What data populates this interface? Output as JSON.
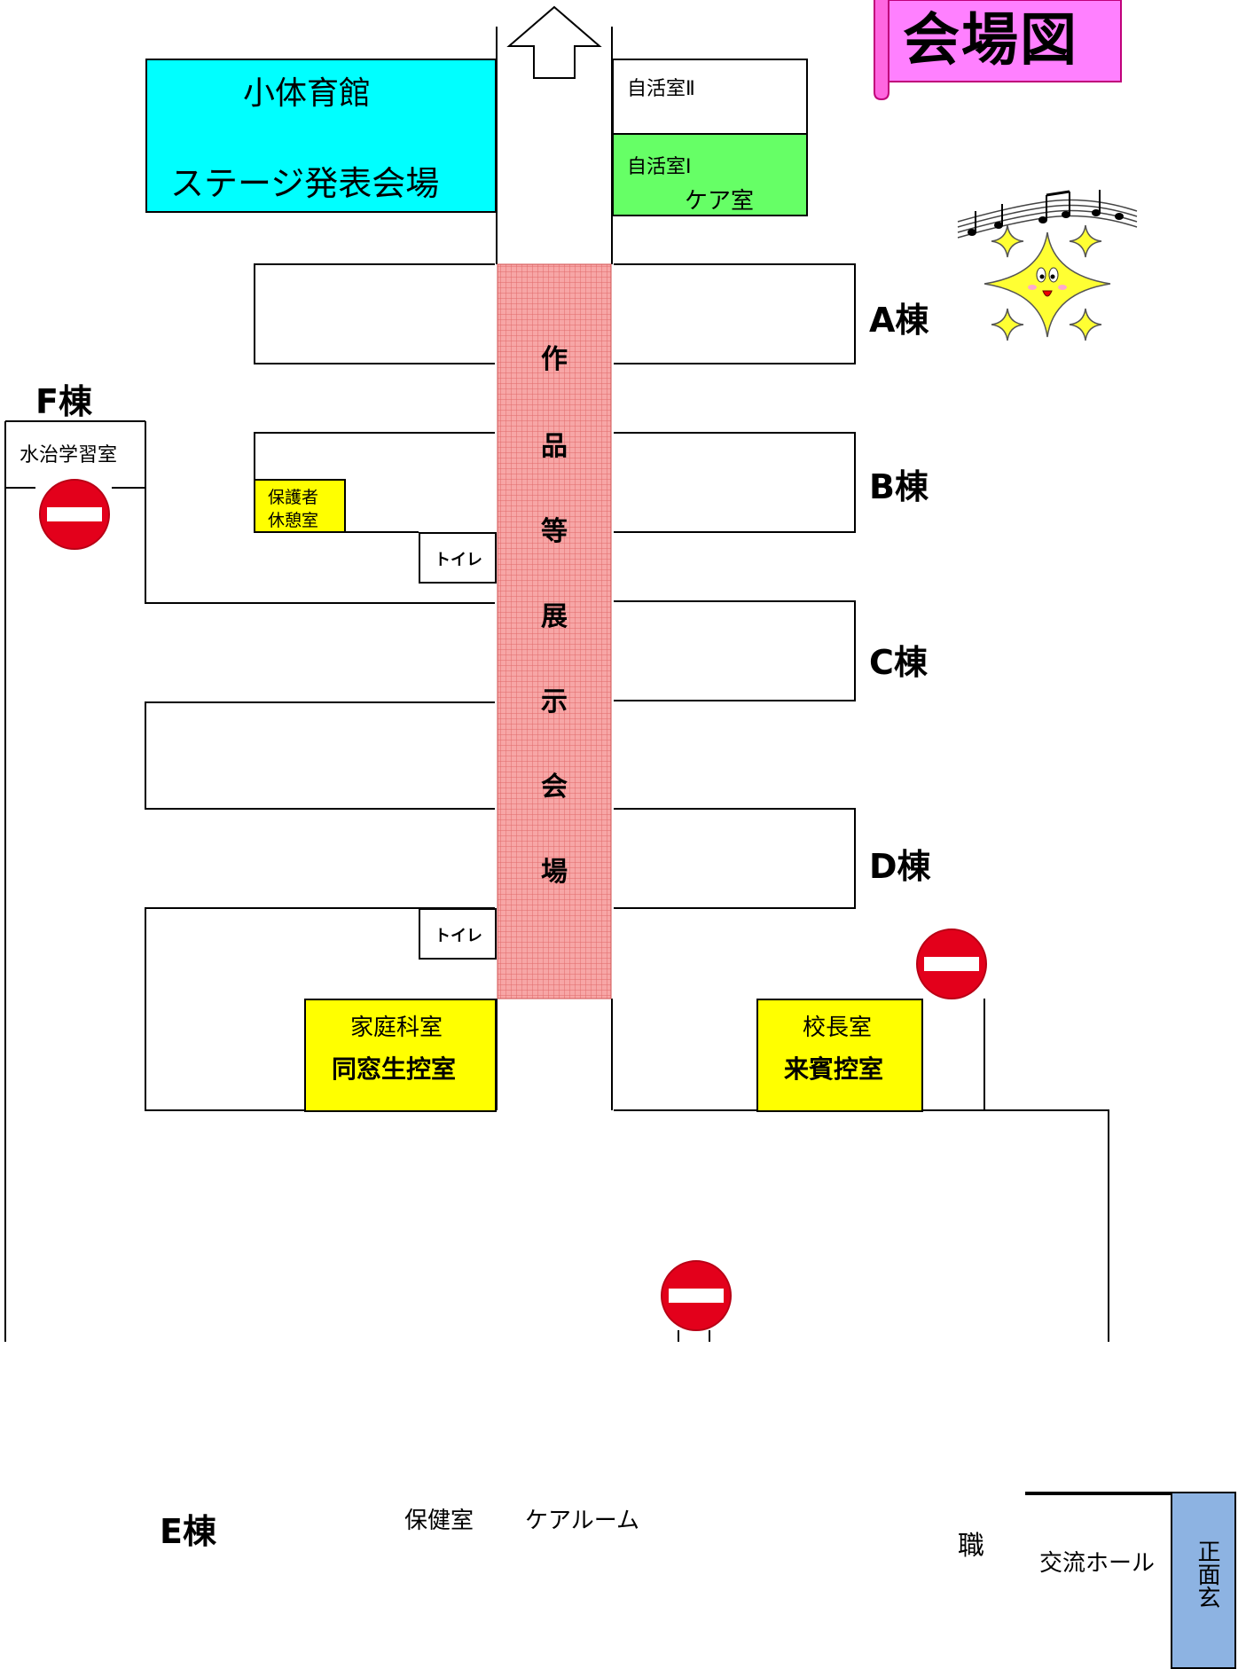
{
  "title": "会場図",
  "rooms": {
    "gym_name": "小体育館",
    "gym_stage": "ステージ発表会場",
    "self_room_2": "自活室Ⅱ",
    "self_room_1": "自活室Ⅰ",
    "care_room": "ケア室",
    "aqua_room": "水治学習室",
    "parents_rest_line1": "保護者",
    "parents_rest_line2": "休憩室",
    "toilet_upper": "トイレ",
    "toilet_lower": "トイレ",
    "home_ec": "家庭科室",
    "alumni_room": "同窓生控室",
    "principal": "校長室",
    "guest_room": "来賓控室",
    "health_room": "保健室",
    "care_hall": "ケアルーム",
    "staff_room": "職",
    "exchange_hall": "交流ホール",
    "entrance": "正面玄"
  },
  "exhibit_chars": [
    "作",
    "品",
    "等",
    "展",
    "示",
    "会",
    "場"
  ],
  "wings": {
    "a": "A棟",
    "b": "B棟",
    "c": "C棟",
    "d": "D棟",
    "e": "E棟",
    "f": "F棟"
  },
  "colors": {
    "gym": "#00ffff",
    "self_room_1": "#66ff66",
    "yellow_rooms": "#ffff00",
    "exhibit": "#ff9999",
    "exchange_hall": "#ff99ff",
    "entrance": "#8db3e2",
    "no_entry": "#e3001b",
    "title_banner": "#ff80ff"
  },
  "icons": [
    "up-arrow-icon",
    "no-entry-icon",
    "sparkle-mascot-icon",
    "music-notes-icon"
  ]
}
